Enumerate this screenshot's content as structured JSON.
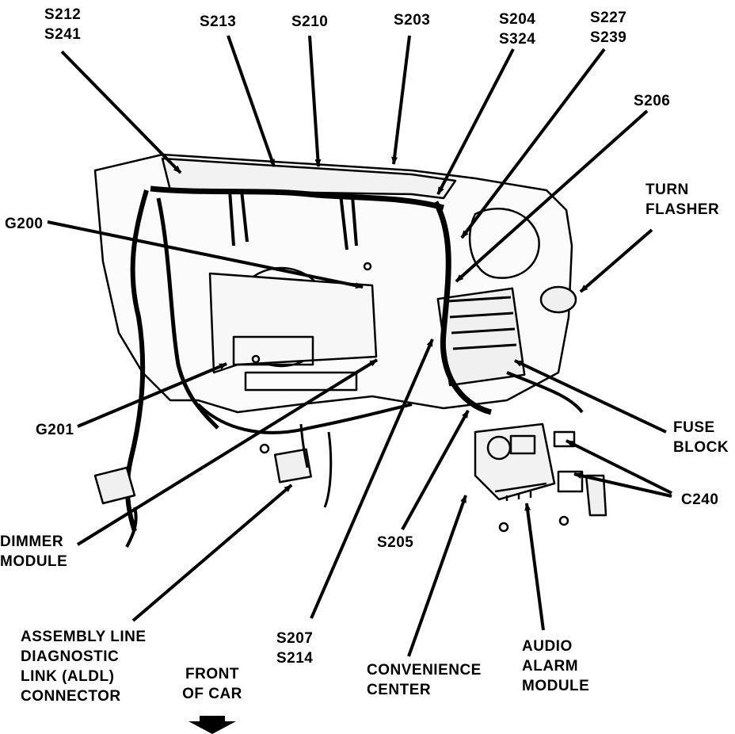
{
  "colors": {
    "ink": "#000000",
    "paper": "#ffffff",
    "panel": "#f4f4f4"
  },
  "labels": {
    "s212_s241": [
      "S212",
      "S241"
    ],
    "s213": "S213",
    "s210": "S210",
    "s203": "S203",
    "s204_s324": [
      "S204",
      "S324"
    ],
    "s227_s239": [
      "S227",
      "S239"
    ],
    "s206": "S206",
    "turn_flasher": [
      "TURN",
      "FLASHER"
    ],
    "g200": "G200",
    "fuse_block": [
      "FUSE",
      "BLOCK"
    ],
    "c240": "C240",
    "g201": "G201",
    "dimmer_module": [
      "DIMMER",
      "MODULE"
    ],
    "s205": "S205",
    "aldl_connector": [
      "ASSEMBLY LINE",
      "DIAGNOSTIC",
      "LINK (ALDL)",
      "CONNECTOR"
    ],
    "s207_s214": [
      "S207",
      "S214"
    ],
    "convenience_center": [
      "CONVENIENCE",
      "CENTER"
    ],
    "audio_alarm_module": [
      "AUDIO",
      "ALARM",
      "MODULE"
    ],
    "front_of_car": [
      "FRONT",
      "OF CAR"
    ]
  }
}
